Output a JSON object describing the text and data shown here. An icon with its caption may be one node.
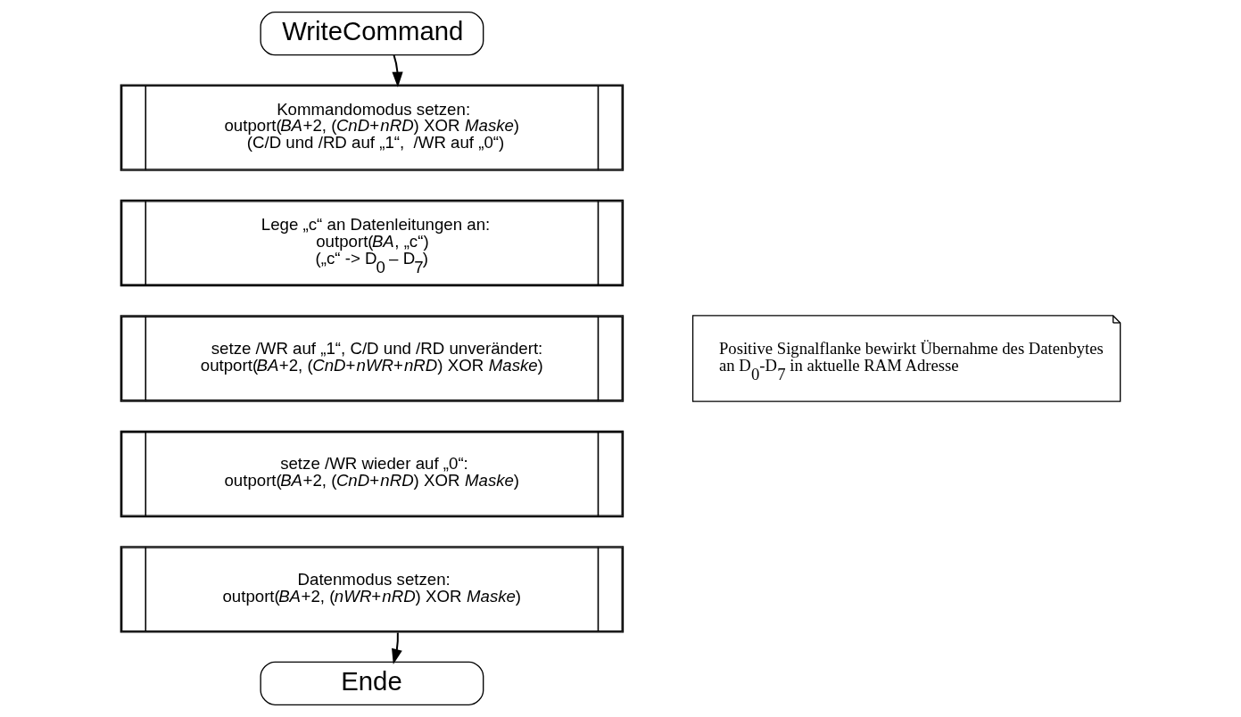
{
  "diagram": {
    "nodes": [
      {
        "text": [
          "WriteCommand"
        ]
      },
      {
        "text": [
          "Kommandomodus setzen:",
          "outport(*BA*+2, (*CnD*+*nRD*) XOR *Maske*)",
          "(C/D und /RD auf „1“,  /WR auf „0“)"
        ]
      },
      {
        "text": [
          "Lege „c“ an Datenleitungen an:",
          "outport(*BA*, „c“)",
          "(„c“ -> D$_{0}$ – D$_{7}$)"
        ]
      },
      {
        "text": [
          "setze /WR auf „1“, C/D und /RD unverändert:",
          "outport(*BA*+2, (*CnD*+*nWR*+*nRD*) XOR *Maske*)"
        ]
      },
      {
        "text": [
          "setze /WR wieder auf „0“:",
          "outport(*BA*+2, (*CnD*+*nRD*) XOR *Maske*)"
        ]
      },
      {
        "text": [
          "Datenmodus setzen:",
          "outport(*BA*+2, (*nWR*+*nRD*) XOR *Maske*)"
        ]
      },
      {
        "text": [
          "Ende"
        ]
      },
      {
        "text": [
          "Positive Signalflanke bewirkt Übernahme des Datenbytes an D$_{0}$-D$_{7}$ in aktuelle RAM Adresse"
        ]
      }
    ],
    "edges": [
      {
        "from": 0,
        "to": 1,
        "arrow": "to"
      },
      {
        "from": 5,
        "to": 6,
        "arrow": "to"
      }
    ]
  }
}
